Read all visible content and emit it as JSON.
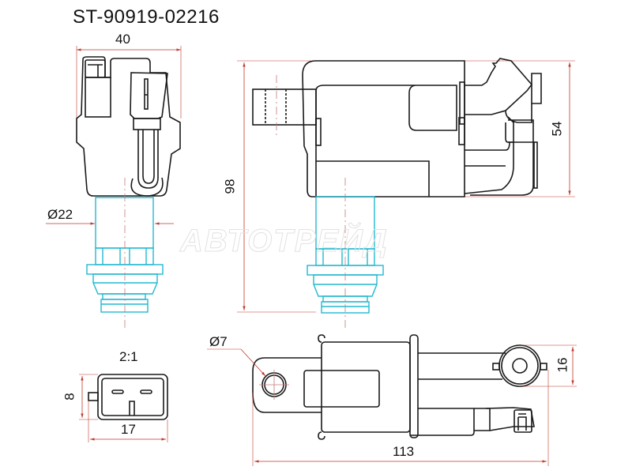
{
  "title": "ST-90919-02216",
  "watermark": "АВТОТРЕЙД",
  "colors": {
    "outline": "#1a1a1a",
    "dimension": "#c0392b",
    "boot": "#22b8cf",
    "centerline": "#c07a7a"
  },
  "views": {
    "front": {
      "width_label": "40",
      "diameter_label": "Ø22"
    },
    "side": {
      "height_label": "98",
      "body_height_label": "54"
    },
    "connector": {
      "scale_label": "2:1",
      "height_label": "8",
      "width_label": "17"
    },
    "top": {
      "hole_label": "Ø7",
      "length_label": "113",
      "terminal_label": "16"
    }
  }
}
